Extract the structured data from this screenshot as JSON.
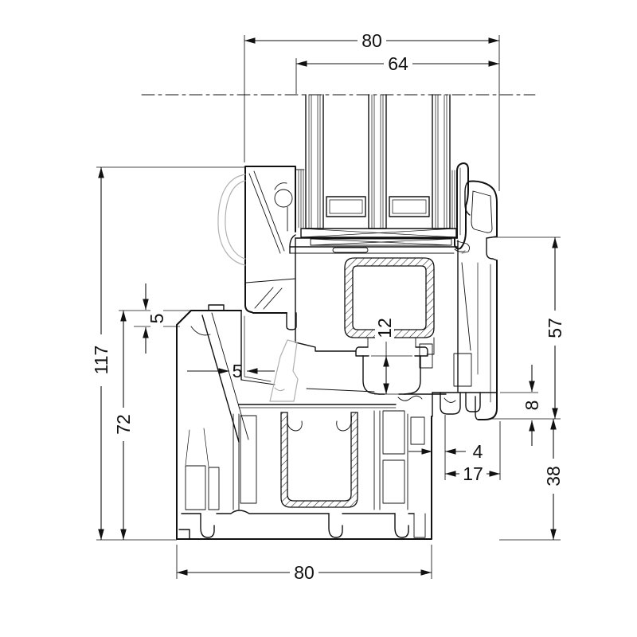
{
  "drawing": {
    "type": "window-frame-sash-cross-section",
    "units": "mm",
    "line_color": "#111111",
    "phantom_color": "#b0b0b0",
    "background": "#ffffff",
    "hatch": "diagonal-steel-reinforcement"
  },
  "dimensions": {
    "top_overall": {
      "label": "80"
    },
    "top_glazing": {
      "label": "64"
    },
    "left_overall": {
      "label": "117"
    },
    "left_frame_height": {
      "label": "72"
    },
    "left_overlap": {
      "label": "5"
    },
    "sash_clearance": {
      "label": "5"
    },
    "hardware_groove": {
      "label": "12"
    },
    "right_frame_upper": {
      "label": "57"
    },
    "right_rebate_step": {
      "label": "8"
    },
    "sill_gap": {
      "label": "4"
    },
    "sill_overhang": {
      "label": "17"
    },
    "right_frame_lower": {
      "label": "38"
    },
    "bottom_overall": {
      "label": "80"
    }
  }
}
